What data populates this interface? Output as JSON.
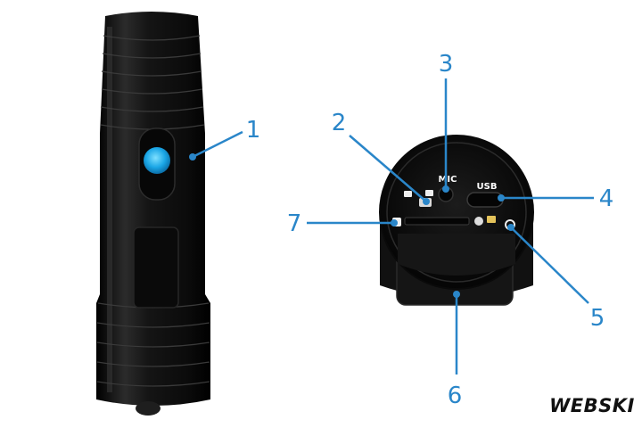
{
  "callouts": {
    "c1": "1",
    "c2": "2",
    "c3": "3",
    "c4": "4",
    "c5": "5",
    "c6": "6",
    "c7": "7"
  },
  "port_labels": {
    "mic": "MIC",
    "usb": "USB"
  },
  "watermark": "WEBSKI",
  "colors": {
    "callout_blue": "#2a86c9",
    "led_blue": "#1aa6e6",
    "body_black": "#111111"
  }
}
